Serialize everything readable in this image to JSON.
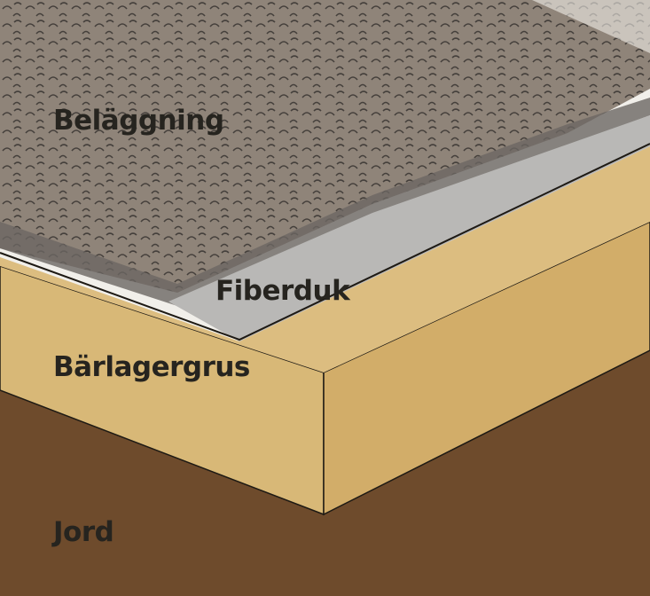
{
  "labels": {
    "surface": "Beläggning",
    "fabric": "Fiberduk",
    "base": "Bärlagergrus",
    "soil": "Jord"
  },
  "colors": {
    "soil": "#6e4b2c",
    "base": "#d8b877",
    "surface": "#8f8479",
    "fabric": "#b9b8b6",
    "text": "#26241f"
  }
}
